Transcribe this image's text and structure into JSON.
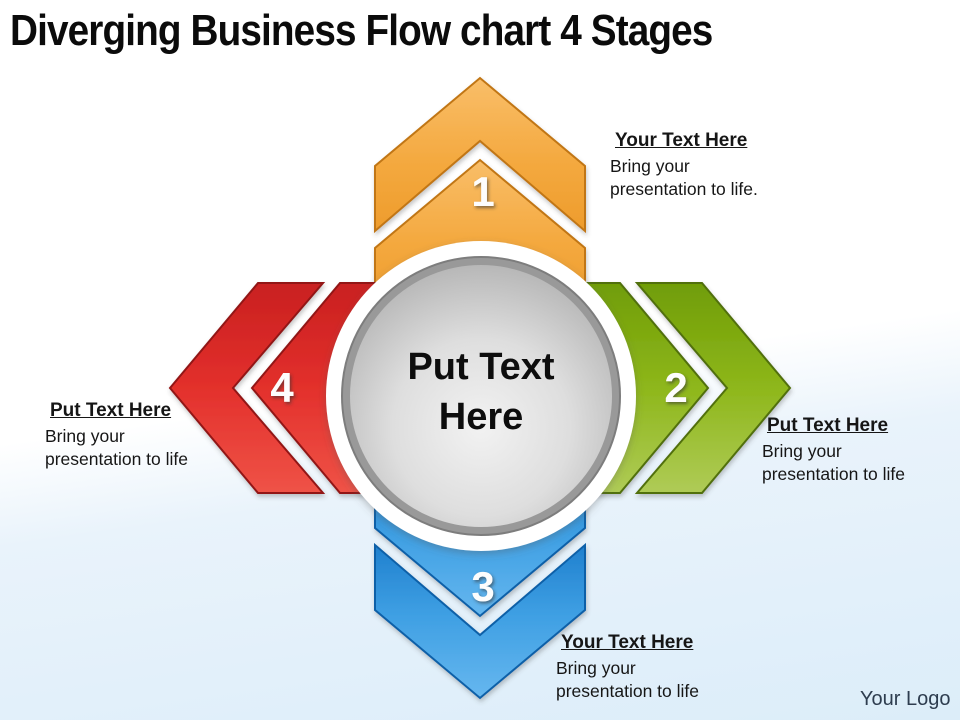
{
  "slide": {
    "title": "Diverging Business Flow chart 4 Stages",
    "logo_text": "Your Logo",
    "background_top": "#ffffff",
    "background_bottom": "#dcedf9"
  },
  "center": {
    "label": "Put Text Here",
    "fill_light": "#f0f0f0",
    "fill_dark": "#9b9b9b",
    "ring_color": "#ffffff"
  },
  "stages": [
    {
      "number": "1",
      "position": "top",
      "color": "#F4A93F",
      "edge_color": "#C17612",
      "title": "Your Text Here",
      "body": "Bring your\npresentation to life."
    },
    {
      "number": "2",
      "position": "right",
      "color": "#8EB71B",
      "edge_color": "#516F08",
      "title": "Put Text Here",
      "body": "Bring your\npresentation to life"
    },
    {
      "number": "3",
      "position": "bottom",
      "color": "#3E9FE3",
      "edge_color": "#1061A8",
      "title": "Your Text Here",
      "body": "Bring your\npresentation to life"
    },
    {
      "number": "4",
      "position": "left",
      "color": "#E3302C",
      "edge_color": "#921616",
      "title": "Put Text Here",
      "body": "Bring your\npresentation to life"
    }
  ]
}
